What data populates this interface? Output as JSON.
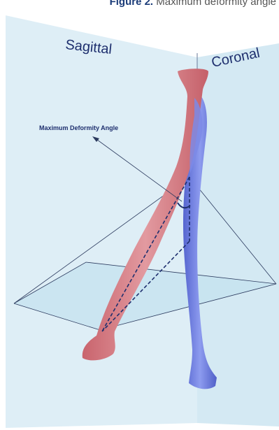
{
  "caption": {
    "label": "Figure 2.",
    "title": "Maximum deformity angle"
  },
  "planes": {
    "sagittal_label": "Sagittal",
    "coronal_label": "Coronal"
  },
  "annotation": {
    "text": "Maximum Deformity Angle"
  },
  "colors": {
    "plane_fill": "#dbeef6",
    "bone_red": "#d97f86",
    "bone_blue": "#6f7fe0",
    "line_dark": "#1e2f6e"
  }
}
